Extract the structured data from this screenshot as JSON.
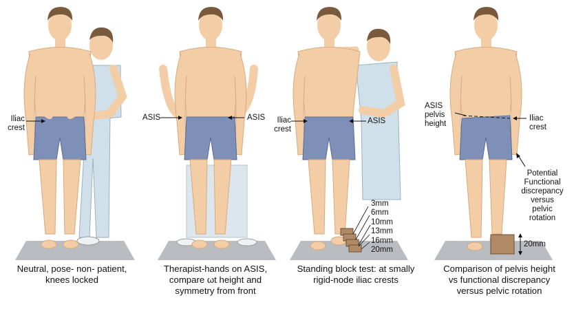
{
  "panels": [
    {
      "labels": {
        "left": "Iliac\ncrest"
      },
      "caption": "Neutral, pose- non- patient,\nknees locked"
    },
    {
      "labels": {
        "left": "ASIS",
        "right": "ASIS"
      },
      "caption": "Therapist-hands on ASIS,\ncompare ωt height and\nsymmetry from front"
    },
    {
      "labels": {
        "left": "Iliac\ncrest",
        "right": "ASIS"
      },
      "blocks": [
        "3mm",
        "6mm",
        "10mm",
        "13mm",
        "16mm",
        "20mm"
      ],
      "caption": "Standing block test: at smally\nrigid-node iliac crests"
    },
    {
      "labels": {
        "left": "ASIS\npelvis\nheight",
        "right": "Iliac\ncrest",
        "annotation": "Potential\nFunctional\ndiscrepancy\nversus\npelvic\nrotation",
        "block": "20mm"
      },
      "caption": "Comparison of pelvis height\nvs functional discrepancy\nversus pelvic rotation"
    }
  ],
  "colors": {
    "skin": "#f2cda6",
    "skin_shadow": "#d9a97e",
    "hair": "#7a5a3d",
    "shorts": "#7e90b8",
    "scrubs": "#cfe0ea",
    "mat": "#b9bcc0",
    "block": "#b08a64"
  }
}
